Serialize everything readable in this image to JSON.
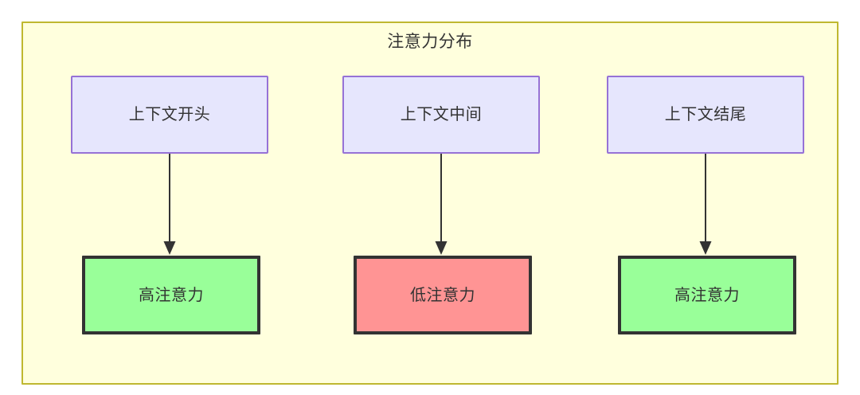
{
  "diagram": {
    "type": "flowchart",
    "title": "注意力分布",
    "colors": {
      "container_fill": "#ffffdd",
      "container_border": "#bfb830",
      "context_node_fill": "#e6e6fd",
      "context_node_border": "#9672d6",
      "high_attention_fill": "#99ff99",
      "low_attention_fill": "#ff9494",
      "node_border_dark": "#333333",
      "edge_color": "#333333",
      "text_color": "#333333"
    },
    "columns": [
      {
        "id": "start",
        "source": {
          "label": "上下文开头"
        },
        "target": {
          "label": "高注意力",
          "level": "high"
        },
        "edge": {
          "label": "",
          "arrow": "arrowhead-down"
        }
      },
      {
        "id": "middle",
        "source": {
          "label": "上下文中间"
        },
        "target": {
          "label": "低注意力",
          "level": "low"
        },
        "edge": {
          "label": "",
          "arrow": "arrowhead-down"
        }
      },
      {
        "id": "end",
        "source": {
          "label": "上下文结尾"
        },
        "target": {
          "label": "高注意力",
          "level": "high"
        },
        "edge": {
          "label": "",
          "arrow": "arrowhead-down"
        }
      }
    ]
  }
}
